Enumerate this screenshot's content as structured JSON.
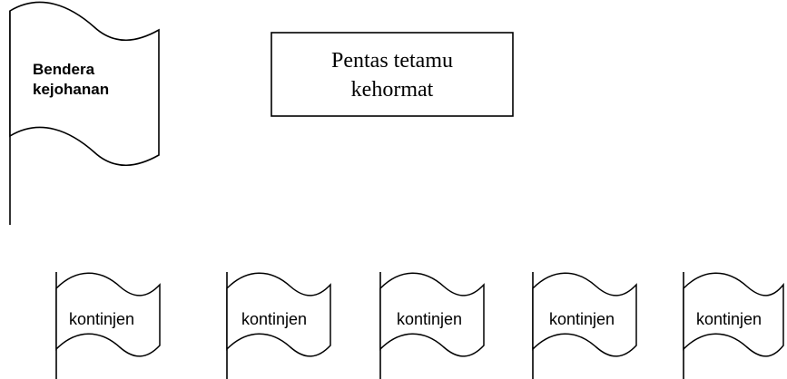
{
  "main_flag": {
    "line1": "Bendera",
    "line2": "kejohanan"
  },
  "stage": {
    "line1": "Pentas tetamu",
    "line2": "kehormat"
  },
  "contingents": [
    {
      "label": "kontinjen"
    },
    {
      "label": "kontinjen"
    },
    {
      "label": "kontinjen"
    },
    {
      "label": "kontinjen"
    },
    {
      "label": "kontinjen"
    }
  ]
}
